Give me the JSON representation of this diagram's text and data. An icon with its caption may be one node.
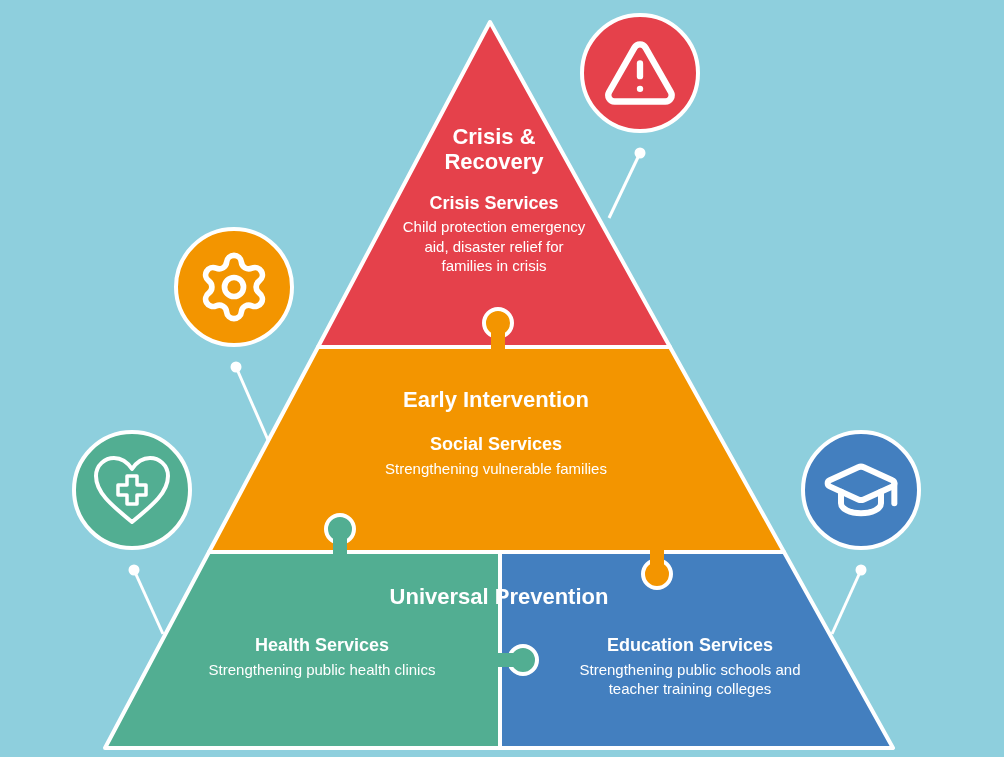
{
  "diagram": {
    "nodes": [
      {
        "text": [
          "Crisis & Recovery",
          "Crisis Services",
          "Child protection emergency aid, disaster relief for families in crisis"
        ]
      },
      {
        "text": [
          "Early Intervention",
          "Social Services",
          "Strengthening vulnerable families"
        ]
      },
      {
        "text": [
          "Universal Prevention"
        ]
      },
      {
        "text": [
          "Health Services",
          "Strengthening public health clinics"
        ],
        "in": 2
      },
      {
        "text": [
          "Education Services",
          "Strengthening public schools and teacher training colleges"
        ],
        "in": 2
      },
      {
        "text": [],
        "shape": "circle"
      },
      {
        "text": [],
        "shape": "circle"
      },
      {
        "text": [],
        "shape": "circle"
      },
      {
        "text": [],
        "shape": "circle"
      }
    ],
    "edges": [
      {
        "from": 5,
        "to": 0,
        "arrow": "other"
      },
      {
        "from": 6,
        "to": 1,
        "arrow": "other"
      },
      {
        "from": 7,
        "to": 3,
        "arrow": "other"
      },
      {
        "from": 8,
        "to": 4,
        "arrow": "other"
      }
    ]
  }
}
